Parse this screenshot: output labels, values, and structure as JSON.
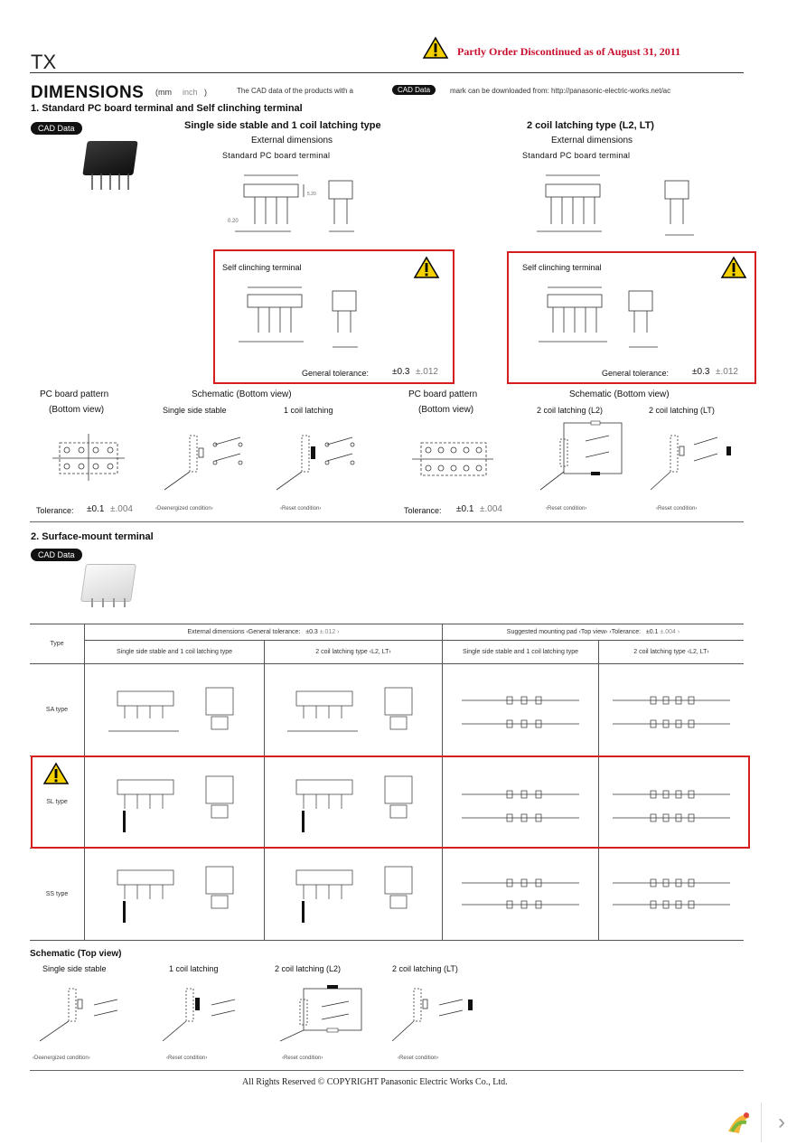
{
  "header": {
    "series": "TX",
    "notice": "Partly Order Discontinued as of August 31, 2011"
  },
  "dimensions": {
    "title": "DIMENSIONS",
    "unit_mm": "(mm",
    "unit_inch": "inch",
    "unit_close": ")",
    "cad_note_prefix": "The CAD data of the products with a",
    "cad_badge": "CAD Data",
    "cad_note_suffix": "mark can be downloaded from: http://panasonic-electric-works.net/ac"
  },
  "section1": {
    "title": "1. Standard PC board terminal and Self clinching terminal",
    "cad_badge": "CAD Data",
    "left": {
      "title": "Single side stable and 1 coil latching type",
      "external": "External dimensions",
      "standard": "Standard PC board terminal",
      "self_clinching": "Self clinching terminal",
      "tolerance_label": "General tolerance:",
      "tolerance_mm": "±0.3",
      "tolerance_inch": "±.012"
    },
    "right": {
      "title": "2 coil latching type (L2, LT)",
      "external": "External dimensions",
      "standard": "Standard PC board terminal",
      "self_clinching": "Self clinching terminal",
      "tolerance_label": "General tolerance:",
      "tolerance_mm": "±0.3",
      "tolerance_inch": "±.012"
    },
    "left_bottom": {
      "pcb": "PC board pattern",
      "bottom_view": "(Bottom view)",
      "schematic": "Schematic (Bottom view)",
      "single": "Single side stable",
      "one_coil": "1 coil latching",
      "tolerance_label": "Tolerance:",
      "tolerance_mm": "±0.1",
      "tolerance_inch": "±.004",
      "cond_deenergized": "‹Deenergized condition›",
      "cond_reset": "‹Reset condition›"
    },
    "right_bottom": {
      "pcb": "PC board pattern",
      "bottom_view": "(Bottom view)",
      "schematic": "Schematic (Bottom view)",
      "l2": "2 coil latching (L2)",
      "lt": "2 coil latching (LT)",
      "tolerance_label": "Tolerance:",
      "tolerance_mm": "±0.1",
      "tolerance_inch": "±.004",
      "cond_reset1": "‹Reset condition›",
      "cond_reset2": "‹Reset condition›"
    }
  },
  "section2": {
    "title": "2. Surface-mount terminal",
    "cad_badge": "CAD Data",
    "table": {
      "type_header": "Type",
      "ext_header": "External dimensions ‹General tolerance:",
      "ext_tol_mm": "±0.3",
      "ext_tol_inch": "±.012 ›",
      "pad_header": "Suggested mounting pad ‹Top view› ‹Tolerance:",
      "pad_tol_mm": "±0.1",
      "pad_tol_inch": "±.004 ›",
      "sub1": "Single side stable and 1 coil latching type",
      "sub2": "2 coil latching type ‹L2, LT›",
      "sub3": "Single side stable and 1 coil latching type",
      "sub4": "2 coil latching type ‹L2, LT›",
      "rows": [
        {
          "type": "SA type"
        },
        {
          "type": "SL type"
        },
        {
          "type": "SS type"
        }
      ]
    }
  },
  "schematic_top": {
    "title": "Schematic (Top view)",
    "items": [
      {
        "label": "Single side stable",
        "cond": "‹Deenergized condition›"
      },
      {
        "label": "1 coil latching",
        "cond": "‹Reset condition›"
      },
      {
        "label": "2 coil latching (L2)",
        "cond": "‹Reset condition›"
      },
      {
        "label": "2 coil latching (LT)",
        "cond": "‹Reset condition›"
      }
    ]
  },
  "footer": {
    "copyright": "All Rights Reserved © COPYRIGHT Panasonic Electric Works Co., Ltd."
  },
  "colors": {
    "notice": "#c8102e",
    "highlight_box": "#d61e1e",
    "warning_fill": "#f5d000"
  },
  "icons": [
    "warning-icon",
    "chevron-right-icon",
    "viewer-logo-icon"
  ]
}
